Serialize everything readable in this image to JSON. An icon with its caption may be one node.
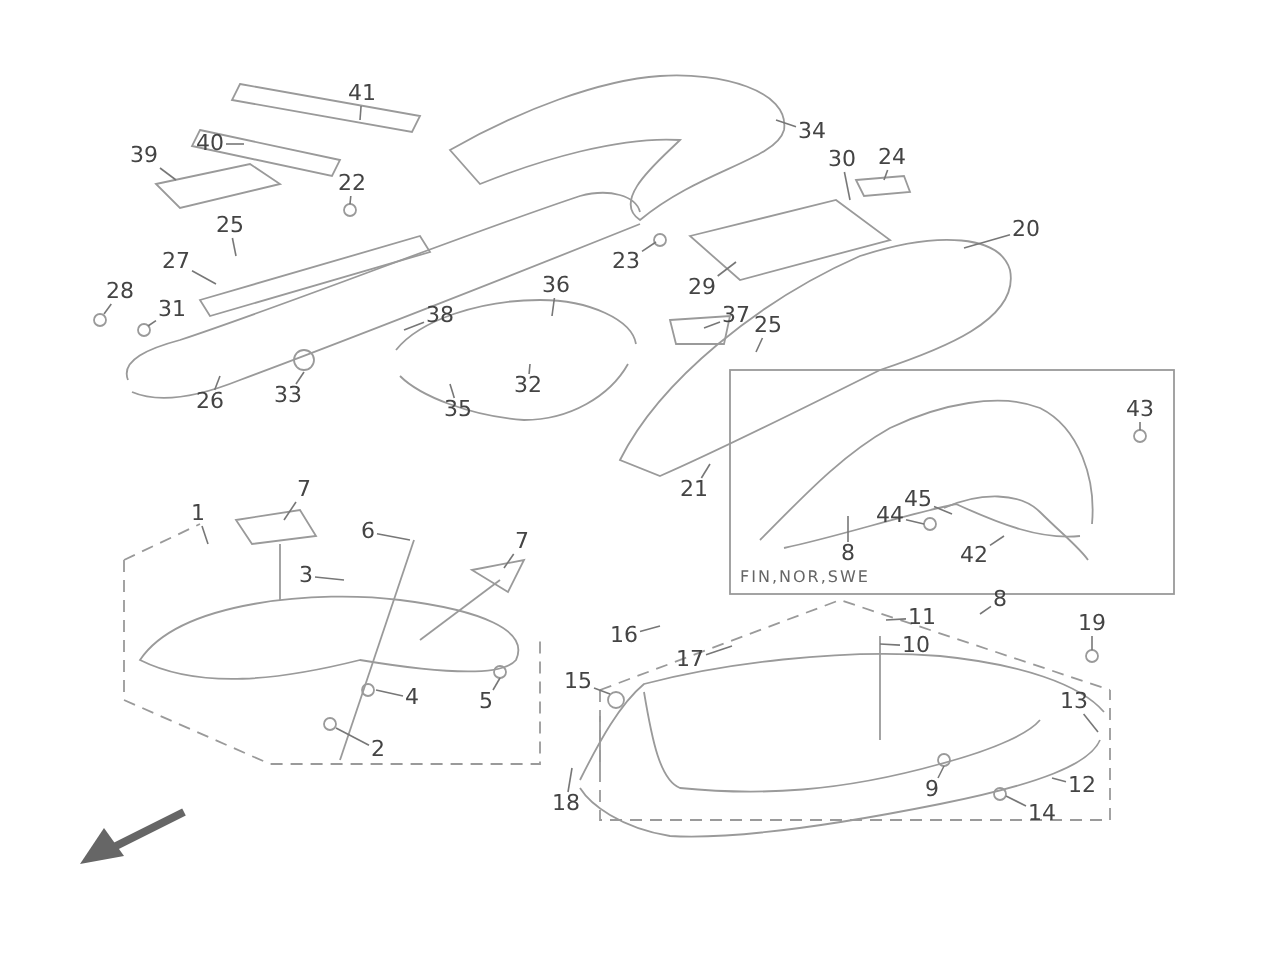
{
  "diagram": {
    "nodes": [
      {
        "text": [
          "41"
        ]
      },
      {
        "text": [
          "40"
        ]
      },
      {
        "text": [
          "39"
        ]
      },
      {
        "text": [
          "34"
        ]
      },
      {
        "text": [
          "24"
        ]
      },
      {
        "text": [
          "30"
        ]
      },
      {
        "text": [
          "22"
        ]
      },
      {
        "text": [
          "25"
        ]
      },
      {
        "text": [
          "20"
        ]
      },
      {
        "text": [
          "23"
        ]
      },
      {
        "text": [
          "27"
        ]
      },
      {
        "text": [
          "28"
        ]
      },
      {
        "text": [
          "31"
        ]
      },
      {
        "text": [
          "38"
        ]
      },
      {
        "text": [
          "36"
        ]
      },
      {
        "text": [
          "29"
        ]
      },
      {
        "text": [
          "37"
        ]
      },
      {
        "text": [
          "25"
        ]
      },
      {
        "text": [
          "26"
        ]
      },
      {
        "text": [
          "33"
        ]
      },
      {
        "text": [
          "35"
        ]
      },
      {
        "text": [
          "32"
        ]
      },
      {
        "text": [
          "43"
        ]
      },
      {
        "text": [
          "21"
        ]
      },
      {
        "text": [
          "8"
        ]
      },
      {
        "text": [
          "45"
        ]
      },
      {
        "text": [
          "44"
        ]
      },
      {
        "text": [
          "42"
        ]
      },
      {
        "text": [
          "7"
        ]
      },
      {
        "text": [
          "1"
        ]
      },
      {
        "text": [
          "6"
        ]
      },
      {
        "text": [
          "7"
        ]
      },
      {
        "text": [
          "3"
        ]
      },
      {
        "text": [
          "16"
        ]
      },
      {
        "text": [
          "8"
        ]
      },
      {
        "text": [
          "11"
        ]
      },
      {
        "text": [
          "17"
        ]
      },
      {
        "text": [
          "10"
        ]
      },
      {
        "text": [
          "19"
        ]
      },
      {
        "text": [
          "15"
        ]
      },
      {
        "text": [
          "4"
        ]
      },
      {
        "text": [
          "5"
        ]
      },
      {
        "text": [
          "2"
        ]
      },
      {
        "text": [
          "13"
        ]
      },
      {
        "text": [
          "9"
        ]
      },
      {
        "text": [
          "12"
        ]
      },
      {
        "text": [
          "18"
        ]
      },
      {
        "text": [
          "14"
        ]
      }
    ],
    "edges": [
      {
        "from": 0,
        "to": null,
        "arrow": "none"
      },
      {
        "from": 1,
        "to": null,
        "arrow": "none"
      },
      {
        "from": 2,
        "to": null,
        "arrow": "none"
      },
      {
        "from": 3,
        "to": null,
        "arrow": "none"
      },
      {
        "from": 4,
        "to": null,
        "arrow": "none"
      },
      {
        "from": 5,
        "to": null,
        "arrow": "none"
      },
      {
        "from": 6,
        "to": null,
        "arrow": "none"
      },
      {
        "from": 7,
        "to": null,
        "arrow": "none"
      },
      {
        "from": 8,
        "to": null,
        "arrow": "none"
      },
      {
        "from": 9,
        "to": null,
        "arrow": "none"
      },
      {
        "from": 10,
        "to": null,
        "arrow": "none"
      },
      {
        "from": 11,
        "to": null,
        "arrow": "none"
      },
      {
        "from": 12,
        "to": null,
        "arrow": "none"
      },
      {
        "from": 13,
        "to": null,
        "arrow": "none"
      },
      {
        "from": 14,
        "to": null,
        "arrow": "none"
      },
      {
        "from": 15,
        "to": null,
        "arrow": "none"
      },
      {
        "from": 16,
        "to": null,
        "arrow": "none"
      },
      {
        "from": 17,
        "to": null,
        "arrow": "none"
      },
      {
        "from": 18,
        "to": null,
        "arrow": "none"
      },
      {
        "from": 19,
        "to": null,
        "arrow": "none"
      },
      {
        "from": 20,
        "to": null,
        "arrow": "none"
      },
      {
        "from": 21,
        "to": null,
        "arrow": "none"
      },
      {
        "from": 22,
        "to": null,
        "arrow": "none"
      },
      {
        "from": 23,
        "to": null,
        "arrow": "none"
      },
      {
        "from": 24,
        "to": null,
        "arrow": "none"
      },
      {
        "from": 25,
        "to": null,
        "arrow": "none"
      },
      {
        "from": 26,
        "to": null,
        "arrow": "none"
      },
      {
        "from": 27,
        "to": null,
        "arrow": "none"
      },
      {
        "from": 28,
        "to": null,
        "arrow": "none"
      },
      {
        "from": 29,
        "to": null,
        "arrow": "none"
      },
      {
        "from": 30,
        "to": null,
        "arrow": "none"
      },
      {
        "from": 31,
        "to": null,
        "arrow": "none"
      },
      {
        "from": 32,
        "to": null,
        "arrow": "none"
      },
      {
        "from": 33,
        "to": null,
        "arrow": "none"
      },
      {
        "from": 34,
        "to": null,
        "arrow": "none"
      },
      {
        "from": 35,
        "to": null,
        "arrow": "none"
      },
      {
        "from": 36,
        "to": null,
        "arrow": "none"
      },
      {
        "from": 37,
        "to": null,
        "arrow": "none"
      },
      {
        "from": 38,
        "to": null,
        "arrow": "none"
      },
      {
        "from": 39,
        "to": null,
        "arrow": "none"
      },
      {
        "from": 40,
        "to": null,
        "arrow": "none"
      },
      {
        "from": 41,
        "to": null,
        "arrow": "none"
      },
      {
        "from": 42,
        "to": null,
        "arrow": "none"
      },
      {
        "from": 43,
        "to": null,
        "arrow": "none"
      },
      {
        "from": 44,
        "to": null,
        "arrow": "none"
      },
      {
        "from": 45,
        "to": null,
        "arrow": "none"
      },
      {
        "from": 46,
        "to": null,
        "arrow": "none"
      },
      {
        "from": 47,
        "to": null,
        "arrow": "none"
      }
    ],
    "labels": [
      "FIN,NOR,SWE"
    ]
  }
}
